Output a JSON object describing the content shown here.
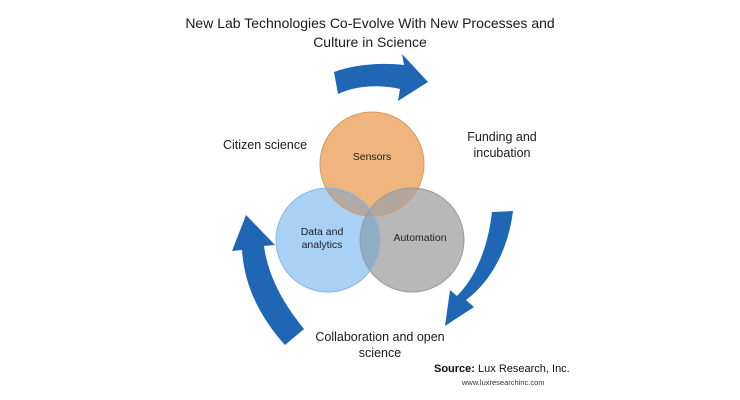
{
  "title": {
    "line1": "New Lab Technologies Co-Evolve With New Processes and",
    "line2": "Culture in Science"
  },
  "circles": {
    "sensors": "Sensors",
    "data_line1": "Data and",
    "data_line2": "analytics",
    "automation": "Automation"
  },
  "outer_labels": {
    "citizen_science": "Citizen science",
    "funding_line1": "Funding and",
    "funding_line2": "incubation",
    "collab_line1": "Collaboration and open",
    "collab_line2": "science"
  },
  "source": {
    "prefix": "Source:",
    "name": "Lux Research, Inc.",
    "url": "www.luxresearchinc.com"
  },
  "colors": {
    "arrow_blue": "#1f67b4",
    "sensors": "#f0b47e",
    "data_analytics": "#a9d0f5",
    "automation": "#b8b8b8",
    "overlap": "#a5a0a0"
  }
}
